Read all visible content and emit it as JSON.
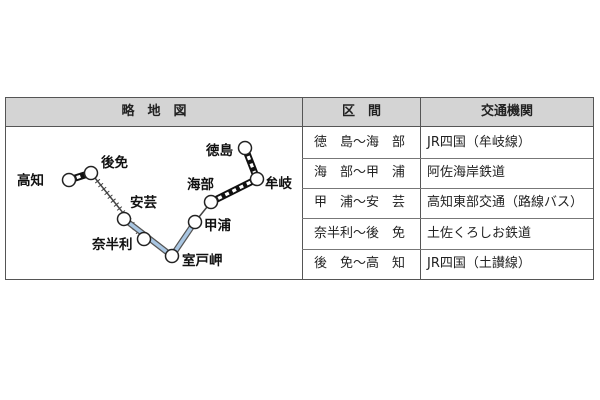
{
  "header": {
    "map": "略　地　図",
    "section": "区　間",
    "agency": "交通機関"
  },
  "rows": [
    {
      "section": "徳　島～海　部",
      "agency": "JR四国（牟岐線）"
    },
    {
      "section": "海　部～甲　浦",
      "agency": "阿佐海岸鉄道"
    },
    {
      "section": "甲　浦～安　芸",
      "agency": "高知東部交通（路線バス）"
    },
    {
      "section": "奈半利～後　免",
      "agency": "土佐くろしお鉄道"
    },
    {
      "section": "後　免～高　知",
      "agency": "JR四国（土讃線）"
    }
  ],
  "map": {
    "stations": {
      "tokushima": "徳島",
      "mugi": "牟岐",
      "kaifu": "海部",
      "kannoura": "甲浦",
      "muroto": "室戸岬",
      "nahari": "奈半利",
      "aki": "安芸",
      "gomen": "後免",
      "kochi": "高知"
    },
    "colors": {
      "jr_line": "#111111",
      "bus_route": "#a9c6e2",
      "station_fill": "#ffffff"
    }
  }
}
